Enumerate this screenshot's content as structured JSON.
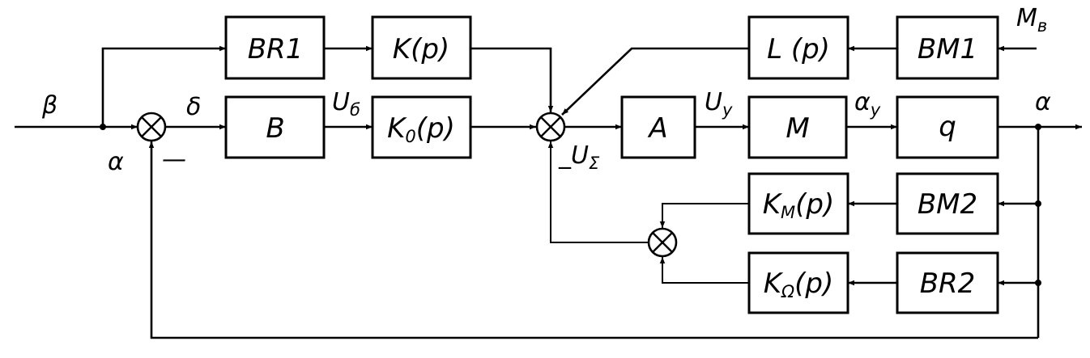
{
  "blocks": {
    "br1": "BR1",
    "kp": "K(p)",
    "b": "B",
    "k0": "K",
    "k0_sub": "0",
    "k0_arg": "(p)",
    "a": "A",
    "m": "M",
    "q": "q",
    "lp": "L (p)",
    "bm1": "BM1",
    "km": "K",
    "km_sub": "M",
    "km_arg": "(p)",
    "bm2": "BM2",
    "kom": "K",
    "kom_sub": "Ω",
    "kom_arg": "(p)",
    "br2": "BR2"
  },
  "signals": {
    "beta": "β",
    "alpha_fb": "α",
    "minus1": "—",
    "delta": "δ",
    "ub": "U",
    "ub_sub": "б",
    "usum_prefix": "_",
    "usum": "U",
    "usum_sub": "Σ",
    "uy": "U",
    "uy_sub": "y",
    "alphay": "α",
    "alphay_sub": "y",
    "alpha_out": "α",
    "mv": "M",
    "mv_sub": "в"
  }
}
